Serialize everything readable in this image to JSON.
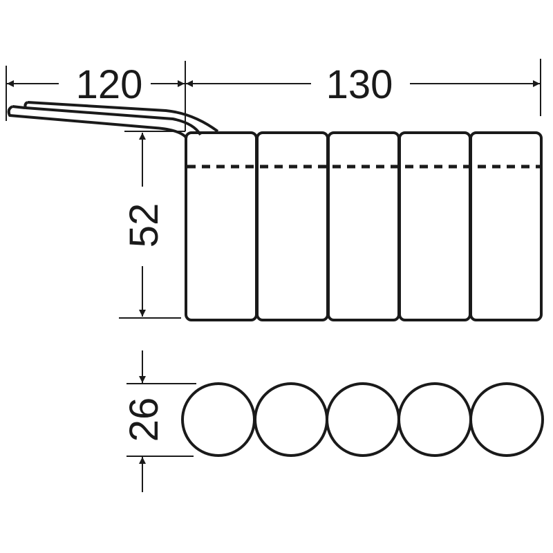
{
  "drawing": {
    "title": "Battery pack dimension drawing",
    "stroke_color": "#1a1a1a",
    "background": "#ffffff",
    "cell_count": 5,
    "dimensions": {
      "lead_length": "120",
      "pack_length": "130",
      "cell_height": "52",
      "cell_diameter": "26"
    },
    "units": ""
  }
}
